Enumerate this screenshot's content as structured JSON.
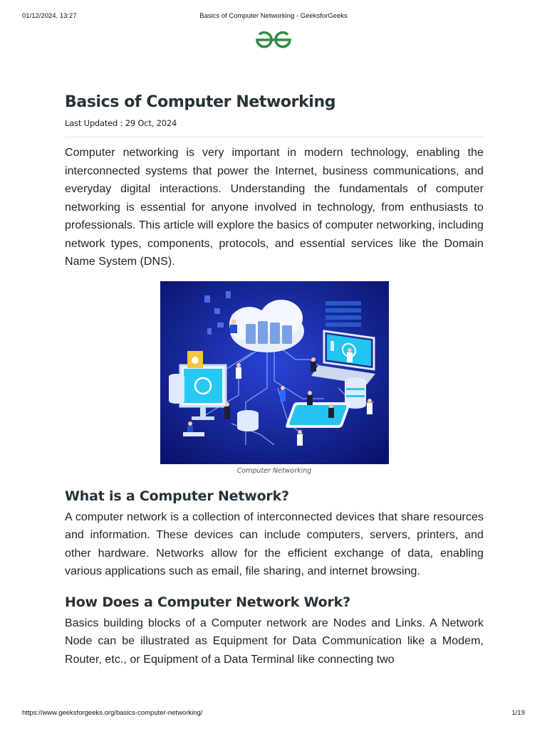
{
  "print_header": {
    "datetime": "01/12/2024, 13:27",
    "title": "Basics of Computer Networking - GeeksforGeeks"
  },
  "brand": {
    "logo_icon": "geeksforgeeks-logo-icon",
    "color": "#2f8d46"
  },
  "article": {
    "title": "Basics of Computer Networking",
    "last_updated": "Last Updated : 29 Oct, 2024",
    "intro": "Computer networking is very important in modern technology, enabling the interconnected systems that power the Internet, business communications, and everyday digital interactions. Understanding the fundamentals of computer networking is essential for anyone involved in technology, from enthusiasts to professionals. This article will explore the basics of computer networking, including network types, components, protocols, and essential services like the Domain Name System (DNS).",
    "figure": {
      "caption": "Computer Networking"
    },
    "sections": [
      {
        "heading": "What is a Computer Network?",
        "text": "A computer network is a collection of interconnected devices that share resources and information. These devices can include computers, servers, printers, and other hardware. Networks allow for the efficient exchange of data, enabling various applications such as email, file sharing, and internet browsing."
      },
      {
        "heading": "How Does a Computer Network Work?",
        "text": "Basics building blocks of a Computer network are Nodes and Links. A Network Node can be illustrated as Equipment for Data Communication like a Modem, Router, etc., or Equipment of a Data Terminal like connecting two"
      }
    ]
  },
  "print_footer": {
    "url": "https://www.geeksforgeeks.org/basics-computer-networking/",
    "page": "1/19"
  }
}
